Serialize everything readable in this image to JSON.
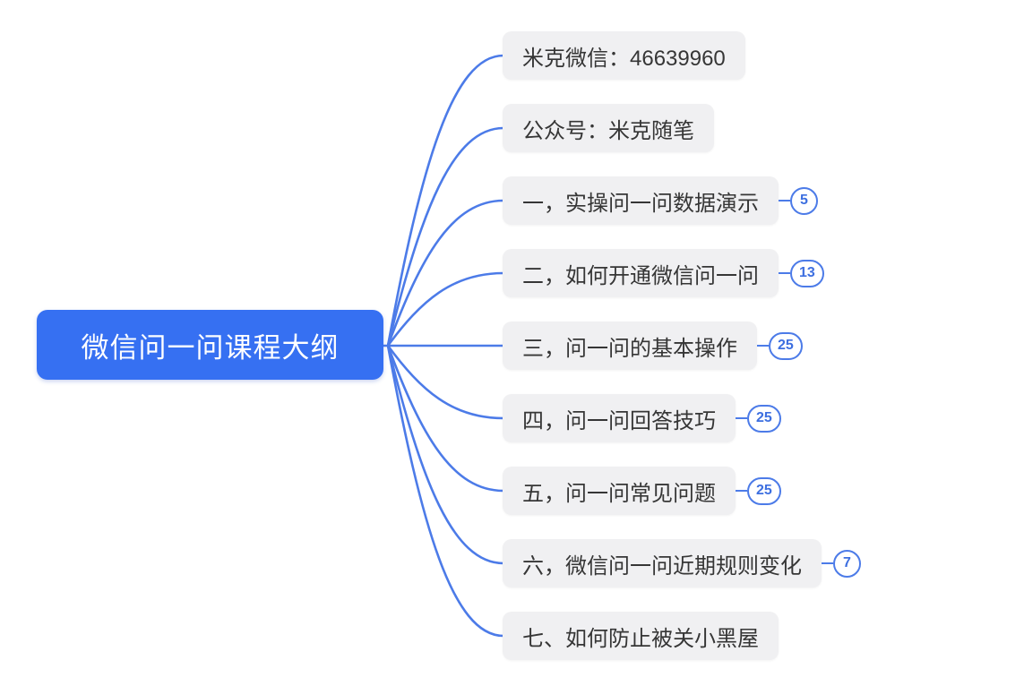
{
  "mindmap": {
    "root": {
      "label": "微信问一问课程大纲"
    },
    "children": [
      {
        "label": "米克微信：46639960",
        "badge": null
      },
      {
        "label": "公众号：米克随笔",
        "badge": null
      },
      {
        "label": "一，实操问一问数据演示",
        "badge": "5"
      },
      {
        "label": "二，如何开通微信问一问",
        "badge": "13"
      },
      {
        "label": "三，问一问的基本操作",
        "badge": "25"
      },
      {
        "label": "四，问一问回答技巧",
        "badge": "25"
      },
      {
        "label": "五，问一问常见问题",
        "badge": "25"
      },
      {
        "label": "六，微信问一问近期规则变化",
        "badge": "7"
      },
      {
        "label": "七、如何防止被关小黑屋",
        "badge": null
      }
    ]
  },
  "colors": {
    "canvas_bg": "#FFFFFF",
    "root_bg": "#3670F2",
    "root_text": "#FFFFFF",
    "branch_line": "#4C7BE8",
    "child_bg": "#F0F0F2",
    "child_text": "#363636",
    "badge_border": "#4C7BE8",
    "badge_text": "#3D6FE0",
    "badge_bg": "#FFFFFF"
  }
}
